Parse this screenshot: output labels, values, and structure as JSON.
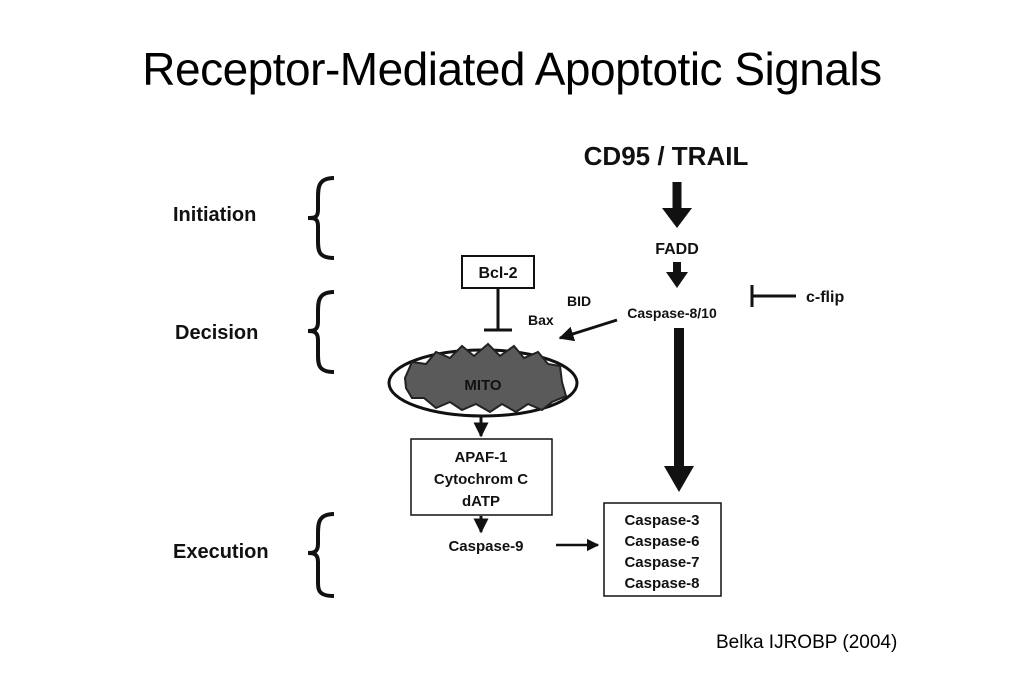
{
  "slide": {
    "title": "Receptor-Mediated Apoptotic Signals",
    "citation": "Belka IJROBP (2004)"
  },
  "phases": {
    "initiation": "Initiation",
    "decision": "Decision",
    "execution": "Execution"
  },
  "nodes": {
    "receptor": "CD95 / TRAIL",
    "fadd": "FADD",
    "caspase_8_10": "Caspase-8/10",
    "c_flip": "c-flip",
    "bcl2": "Bcl-2",
    "bid": "BID",
    "bax": "Bax",
    "mito": "MITO",
    "apoptosome": [
      "APAF-1",
      "Cytochrom C",
      "dATP"
    ],
    "caspase_9": "Caspase-9",
    "effector_caspases": [
      "Caspase-3",
      "Caspase-6",
      "Caspase-7",
      "Caspase-8"
    ]
  }
}
